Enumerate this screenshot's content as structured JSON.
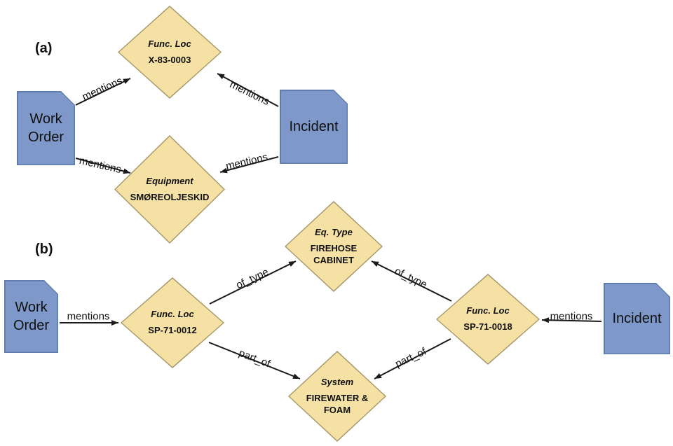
{
  "colors": {
    "doc_fill": "#7E99C9",
    "doc_border": "#5F7CAE",
    "diamond_fill": "#F6E1A4",
    "diamond_border": "#A59767",
    "arrow": "#1A1A1A"
  },
  "panel_a": {
    "label": "(a)",
    "work_order": "Work\nOrder",
    "incident": "Incident",
    "func_loc": {
      "type": "Func. Loc",
      "id": "X-83-0003"
    },
    "equipment": {
      "type": "Equipment",
      "id": "SMØREOLJESKID"
    },
    "edges": {
      "wo_funcloc": "mentions",
      "inc_funcloc": "mentions",
      "wo_equipment": "mentions",
      "inc_equipment": "mentions"
    }
  },
  "panel_b": {
    "label": "(b)",
    "work_order": "Work\nOrder",
    "incident": "Incident",
    "func_loc_left": {
      "type": "Func. Loc",
      "id": "SP-71-0012"
    },
    "func_loc_right": {
      "type": "Func. Loc",
      "id": "SP-71-0018"
    },
    "eq_type": {
      "type": "Eq. Type",
      "id": "FIREHOSE CABINET"
    },
    "system": {
      "type": "System",
      "id": "FIREWATER & FOAM"
    },
    "edges": {
      "wo_funcloc": "mentions",
      "funcloc_left_eqtype": "of_type",
      "funcloc_right_eqtype": "of_type",
      "funcloc_left_system": "part_of",
      "funcloc_right_system": "part_of",
      "inc_funcloc": "mentions"
    }
  }
}
